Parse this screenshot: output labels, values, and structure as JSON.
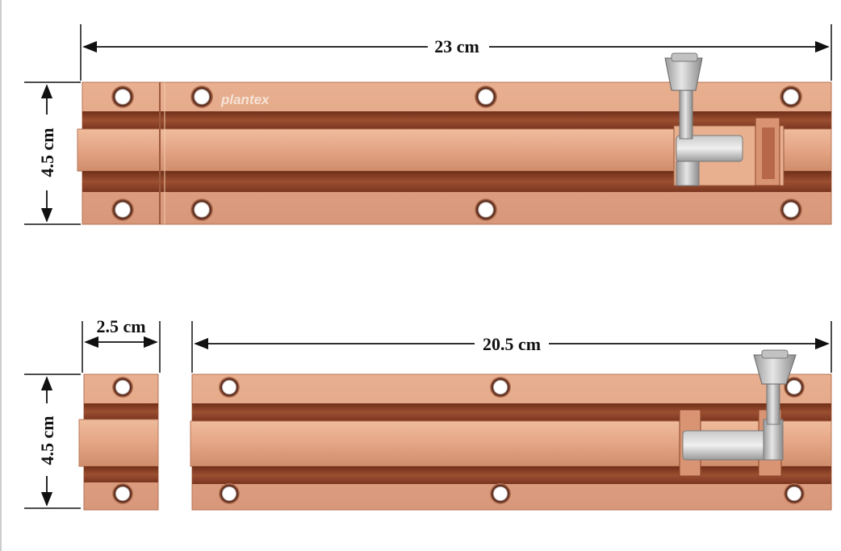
{
  "brand": "plantex",
  "dimensions": {
    "total_length": "23 cm",
    "height_top": "4.5 cm",
    "end_width": "2.5 cm",
    "body_length": "20.5 cm",
    "height_bottom": "4.5 cm"
  },
  "colors": {
    "copper_light": "#e6aa88",
    "copper_mid": "#c98564",
    "copper_dark": "#7d3a22",
    "groove": "#8a4328",
    "steel_light": "#d8d8d8",
    "steel_dark": "#8a8a8a",
    "dim_line": "#111111"
  }
}
